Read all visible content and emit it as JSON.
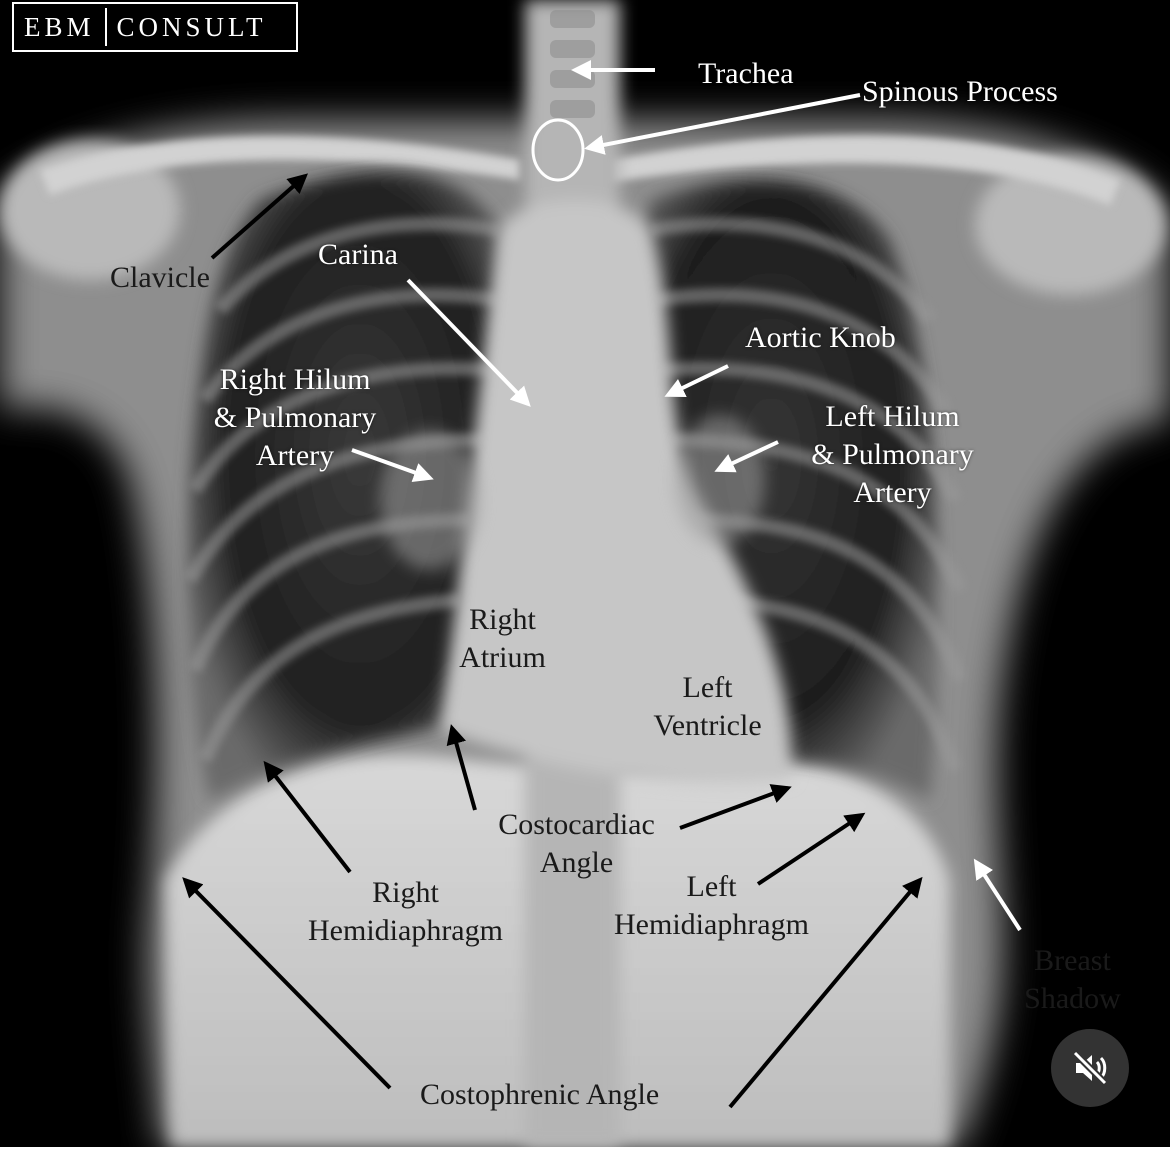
{
  "logo": {
    "left": "EBM",
    "right": "CONSULT"
  },
  "labels": {
    "trachea": "Trachea",
    "spinous_process": "Spinous Process",
    "clavicle": "Clavicle",
    "carina": "Carina",
    "aortic_knob": "Aortic Knob",
    "right_hilum": [
      "Right Hilum",
      "& Pulmonary",
      "Artery"
    ],
    "left_hilum": [
      "Left Hilum",
      "& Pulmonary",
      "Artery"
    ],
    "right_atrium": [
      "Right",
      "Atrium"
    ],
    "left_ventricle": [
      "Left",
      "Ventricle"
    ],
    "costocardiac_angle": [
      "Costocardiac",
      "Angle"
    ],
    "right_hemidiaphragm": [
      "Right",
      "Hemidiaphragm"
    ],
    "left_hemidiaphragm": [
      "Left",
      "Hemidiaphragm"
    ],
    "breast_shadow": [
      "Breast",
      "Shadow"
    ],
    "costophrenic_angle": "Costophrenic Angle"
  },
  "controls": {
    "mute_icon": "speaker-muted-icon"
  },
  "colors": {
    "background": "#000000",
    "label_light": "#ffffff",
    "label_dark": "#1a1a1a",
    "button": "#333333"
  }
}
